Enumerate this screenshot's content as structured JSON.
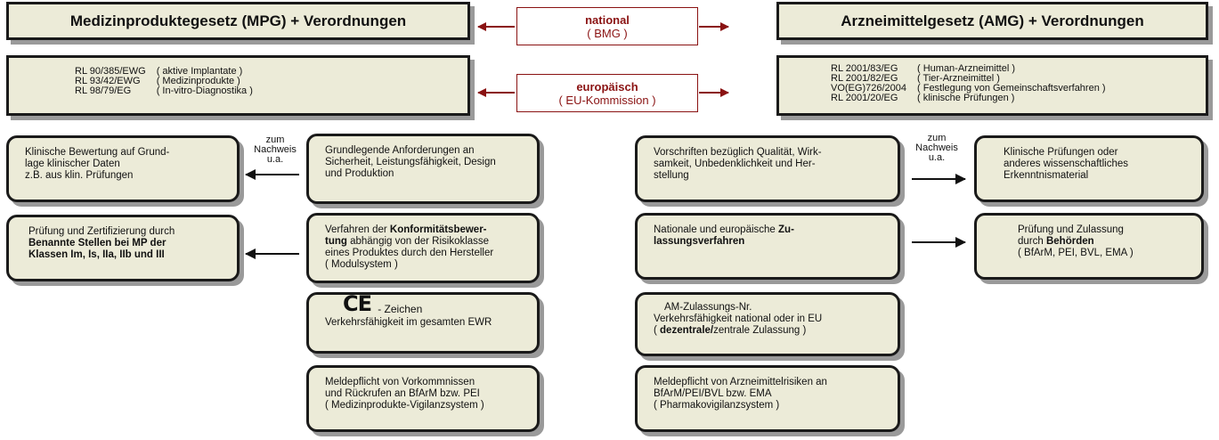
{
  "left_header": "Medizinproduktegesetz (MPG) + Verordnungen",
  "right_header": "Arzneimittelgesetz (AMG) + Verordnungen",
  "national": {
    "title": "national",
    "sub": "( BMG )"
  },
  "european": {
    "title": "europäisch",
    "sub": "( EU-Kommission )"
  },
  "left_regs": [
    {
      "code": "RL 90/385/EWG",
      "desc": "( aktive Implantate )"
    },
    {
      "code": "RL 93/42/EWG",
      "desc": "( Medizinprodukte )"
    },
    {
      "code": "RL 98/79/EG",
      "desc": "( In-vitro-Diagnostika )"
    }
  ],
  "right_regs": [
    {
      "code": "RL 2001/83/EG",
      "desc": "( Human-Arzneimittel )"
    },
    {
      "code": "RL 2001/82/EG",
      "desc": "( Tier-Arzneimittel )"
    },
    {
      "code": "VO(EG)726/2004",
      "desc": "( Festlegung von Gemeinschaftsverfahren )"
    },
    {
      "code": "RL 2001/20/EG",
      "desc": "( klinische Prüfungen )"
    }
  ],
  "nachweis_label": [
    "zum",
    "Nachweis",
    "u.a."
  ],
  "mpg": {
    "klinische_bewertung": [
      "Klinische Bewertung auf Grund-",
      "lage klinischer Daten",
      "z.B. aus klin. Prüfungen"
    ],
    "grundlegende": [
      "Grundlegende Anforderungen an",
      "Sicherheit, Leistungsfähigkeit, Design",
      "und Produktion"
    ],
    "pruefung_plain": "Prüfung und Zertifizierung durch",
    "pruefung_bold": [
      "Benannte Stellen bei MP der",
      "Klassen Im, Is, IIa, IIb und III"
    ],
    "konf_pre": "Verfahren der ",
    "konf_bold1": "Konformitätsbewer-",
    "konf_bold2": "tung",
    "konf_rest1": " abhängig von der Risikoklasse",
    "konf_rest2": [
      "eines Produktes durch den Hersteller",
      "( Modulsystem )"
    ],
    "ce_symbol": "CE",
    "ce_suffix": "- Zeichen",
    "ce_line2": "Verkehrsfähigkeit im gesamten EWR",
    "meldepflicht": [
      "Meldepflicht von Vorkommnissen",
      "und Rückrufen an BfArM bzw. PEI",
      "( Medizinprodukte-Vigilanzsystem )"
    ]
  },
  "amg": {
    "vorschriften": [
      "Vorschriften bezüglich Qualität, Wirk-",
      "samkeit, Unbedenklichkeit und Her-",
      "stellung"
    ],
    "klinische_pruefungen": [
      "Klinische Prüfungen oder",
      "anderes wissenschaftliches",
      "Erkenntnismaterial"
    ],
    "zul_pre": "Nationale und europäische ",
    "zul_bold1": "Zu-",
    "zul_bold2": "lassungsverfahren",
    "pz_line1": "Prüfung und Zulassung",
    "pz_pre": "durch ",
    "pz_bold": "Behörden",
    "pz_line3": "( BfArM, PEI, BVL, EMA )",
    "am_nr": "AM-Zulassungs-Nr.",
    "am_line2": "Verkehrsfähigkeit national oder in EU",
    "am_line3_pre": "( ",
    "am_line3_bold": "dezentrale/",
    "am_line3_rest": "zentrale Zulassung )",
    "meldepflicht": [
      "Meldepflicht von Arzneimittelrisiken an",
      "BfArM/PEI/BVL bzw. EMA",
      "( Pharmakovigilanzsystem )"
    ]
  },
  "colors": {
    "box_fill": "#ecebd8",
    "border": "#1a1a1a",
    "shadow": "#9a9a9a",
    "accent_red": "#8a1212"
  }
}
